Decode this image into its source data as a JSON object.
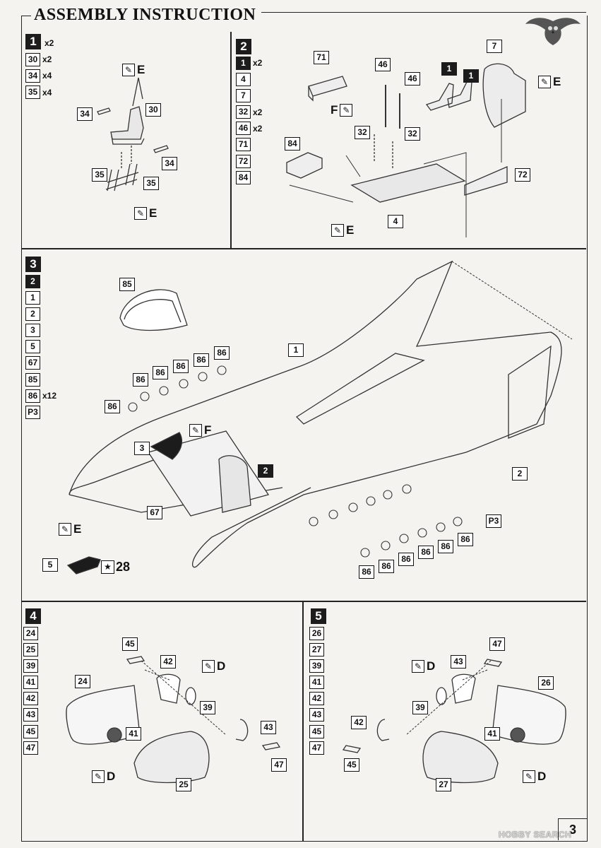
{
  "title": "ASSEMBLY INSTRUCTION",
  "page_number": "3",
  "watermark": "HOBBY SEARCH",
  "brush_icon": "paintbrush-icon",
  "steps": {
    "s1": {
      "number": "1",
      "parts": [
        {
          "id": "1",
          "qty": "x2",
          "inv": true
        },
        {
          "id": "30",
          "qty": "x2"
        },
        {
          "id": "34",
          "qty": "x4"
        },
        {
          "id": "35",
          "qty": "x4"
        }
      ],
      "labels": {
        "a": "30",
        "b": "34",
        "c": "34",
        "d": "35",
        "e": "35"
      },
      "paint": {
        "top": "E",
        "bottom": "E"
      }
    },
    "s2": {
      "number": "2",
      "parts": [
        {
          "id": "1",
          "qty": "x2",
          "inv": true
        },
        {
          "id": "4",
          "qty": ""
        },
        {
          "id": "7",
          "qty": ""
        },
        {
          "id": "32",
          "qty": "x2"
        },
        {
          "id": "46",
          "qty": "x2"
        },
        {
          "id": "71",
          "qty": ""
        },
        {
          "id": "72",
          "qty": ""
        },
        {
          "id": "84",
          "qty": ""
        }
      ],
      "labels": {
        "p71": "71",
        "p46a": "46",
        "p46b": "46",
        "p1a": "1",
        "p1b": "1",
        "p7": "7",
        "p32a": "32",
        "p32b": "32",
        "p84": "84",
        "p72": "72",
        "p4": "4"
      },
      "paint": {
        "f": "F",
        "e_right": "E",
        "e_bottom": "E"
      }
    },
    "s3": {
      "number": "3",
      "parts": [
        {
          "id": "2",
          "qty": "",
          "inv": true
        },
        {
          "id": "1",
          "qty": ""
        },
        {
          "id": "2",
          "qty": ""
        },
        {
          "id": "3",
          "qty": ""
        },
        {
          "id": "5",
          "qty": ""
        },
        {
          "id": "67",
          "qty": ""
        },
        {
          "id": "85",
          "qty": ""
        },
        {
          "id": "86",
          "qty": "x12"
        },
        {
          "id": "P3",
          "qty": ""
        }
      ],
      "labels": {
        "p85": "85",
        "p1": "1",
        "p2": "2",
        "p3": "3",
        "p67": "67",
        "p5": "5",
        "pP3": "P3",
        "sub2": "2",
        "window": "86"
      },
      "paint": {
        "f": "F",
        "e": "E"
      },
      "decal": "28"
    },
    "s4": {
      "number": "4",
      "parts": [
        {
          "id": "24",
          "qty": ""
        },
        {
          "id": "25",
          "qty": ""
        },
        {
          "id": "39",
          "qty": ""
        },
        {
          "id": "41",
          "qty": ""
        },
        {
          "id": "42",
          "qty": ""
        },
        {
          "id": "43",
          "qty": ""
        },
        {
          "id": "45",
          "qty": ""
        },
        {
          "id": "47",
          "qty": ""
        }
      ],
      "labels": {
        "p45": "45",
        "p42": "42",
        "p24": "24",
        "p39": "39",
        "p41": "41",
        "p43": "43",
        "p47": "47",
        "p25": "25"
      },
      "paint": {
        "d_top": "D",
        "d_bottom": "D"
      }
    },
    "s5": {
      "number": "5",
      "parts": [
        {
          "id": "26",
          "qty": ""
        },
        {
          "id": "27",
          "qty": ""
        },
        {
          "id": "39",
          "qty": ""
        },
        {
          "id": "41",
          "qty": ""
        },
        {
          "id": "42",
          "qty": ""
        },
        {
          "id": "43",
          "qty": ""
        },
        {
          "id": "45",
          "qty": ""
        },
        {
          "id": "47",
          "qty": ""
        }
      ],
      "labels": {
        "p47": "47",
        "p43": "43",
        "p26": "26",
        "p39": "39",
        "p42": "42",
        "p41": "41",
        "p45": "45",
        "p27": "27"
      },
      "paint": {
        "d_top": "D",
        "d_bottom": "D"
      }
    }
  }
}
